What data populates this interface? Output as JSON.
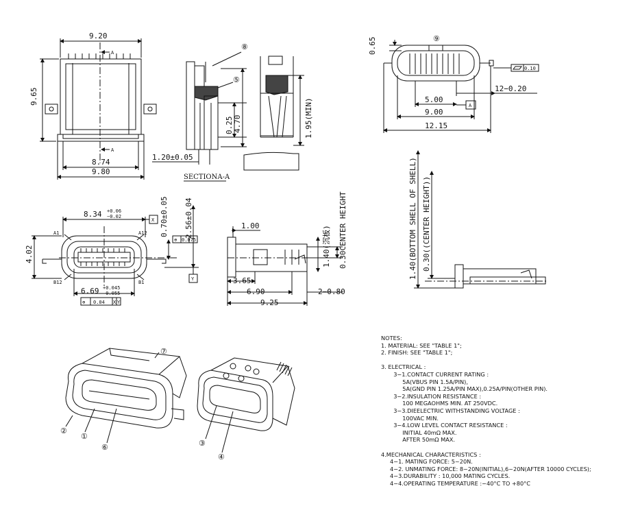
{
  "top_left_view": {
    "width_top": "9.20",
    "height_left": "9.65",
    "width_inner": "8.74",
    "width_bottom": "9.80",
    "section_mark_top": "A",
    "section_mark_bottom": "A"
  },
  "section_view": {
    "callout_8": "⑧",
    "callout_5": "⑤",
    "dim_025": "0.25",
    "dim_470": "4.70",
    "dim_195": "1.95(MIN)",
    "dim_120": "1.20±0.05",
    "label": "SECTIONA-A"
  },
  "top_right_view": {
    "dim_065": "0.65",
    "callout_9": "⑨",
    "flatness": "0.10",
    "dim_12": "12−0.20",
    "dim_500": "5.00",
    "datum_a": "A",
    "dim_900": "9.00",
    "dim_1215": "12.15"
  },
  "front_view": {
    "dim_834": "8.34",
    "dim_834_tol_up": "+0.06",
    "dim_834_tol_down": "−0.02",
    "datum_x": "X",
    "dim_070": "0.70±0.05",
    "tol_0075": "0.075",
    "tol_0075_ref1": "X",
    "tol_0075_ref2": "Y",
    "dim_256": "2.56±0.04",
    "dim_402": "4.02",
    "pin_a1": "A1",
    "pin_a12": "A12",
    "pin_b12": "B12",
    "pin_b1": "B1",
    "datum_y": "Y",
    "dim_669": "6.69",
    "dim_669_tol_up": "+0.045",
    "dim_669_tol_down": "−0.055",
    "tol_004": "0.04",
    "tol_004_ref1": "X",
    "tol_004_ref2": "Y"
  },
  "side_view": {
    "dim_100": "1.00",
    "dim_140": "1.40(沉板)",
    "dim_030": "0.30CENTER HEIGHT",
    "dim_365": "3.65",
    "dim_690": "6.90",
    "dim_280": "2−0.80",
    "dim_925": "9.25"
  },
  "right_side_view": {
    "dim_140_shell": "1.40(BOTTOM SHELL OF SHELL)",
    "dim_030_center": "0.30((CENTER HEIGHT))"
  },
  "iso_views": {
    "callout_7": "⑦",
    "callout_2": "②",
    "callout_1": "①",
    "callout_6": "⑥",
    "callout_3": "③",
    "callout_4": "④"
  },
  "notes": [
    "NOTES:",
    "1. MATERIAL: SEE \"TABLE 1\";",
    "2. FINISH: SEE \"TABLE 1\";",
    "",
    "3. ELECTRICAL :",
    "       3−1.CONTACT CURRENT RATING :",
    "            5A(VBUS PIN 1.5A/PIN),",
    "            5A(GND PIN 1.25A/PIN MAX),0.25A/PIN(OTHER PIN).",
    "       3−2.INSULATION RESISTANCE :",
    "            100 MEGAOHMS MIN. AT 250VDC.",
    "       3−3.DIEELECTRIC WITHSTANDING VOLTAGE :",
    "            100VAC MIN.",
    "       3−4.LOW LEVEL CONTACT RESISTANCE :",
    "            INITIAL 40mΩ MAX.",
    "            AFTER 50mΩ MAX.",
    "",
    "4.MECHANICAL CHARACTERISTICS :",
    "     4−1. MATING FORCE: 5~20N.",
    "     4−2. UNMATING FORCE: 8~20N(INITIAL),6~20N(AFTER 10000 CYCLES);",
    "     4−3.DURABILITY : 10,000 MATING CYCLES.",
    "     4−4.OPERATING TEMPERATURE :−40°C TO +80°C"
  ]
}
